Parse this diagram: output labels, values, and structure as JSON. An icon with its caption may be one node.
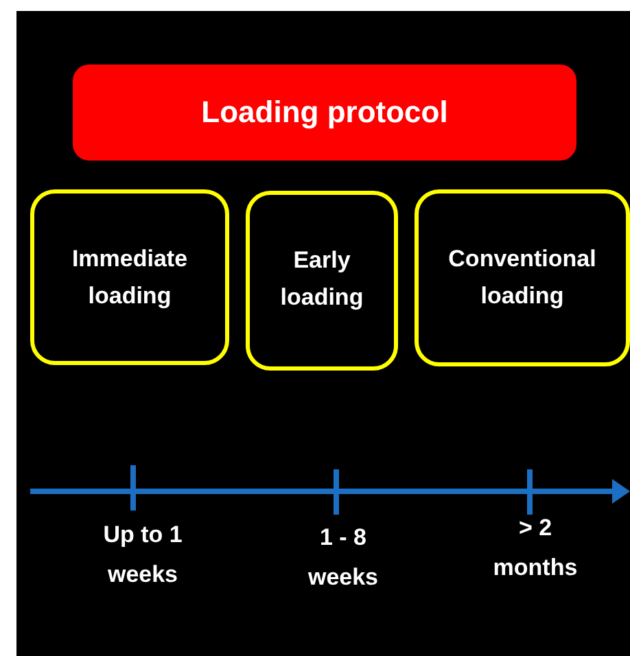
{
  "diagram": {
    "nodes": [
      {
        "text": [
          "Loading protocol"
        ]
      },
      {
        "text": [
          "Immediate loading"
        ]
      },
      {
        "text": [
          "Early loading"
        ]
      },
      {
        "text": [
          "Conventional loading"
        ]
      }
    ],
    "labels": [
      "Up to 1 weeks",
      "1 - 8 weeks",
      "> 2 months"
    ]
  }
}
